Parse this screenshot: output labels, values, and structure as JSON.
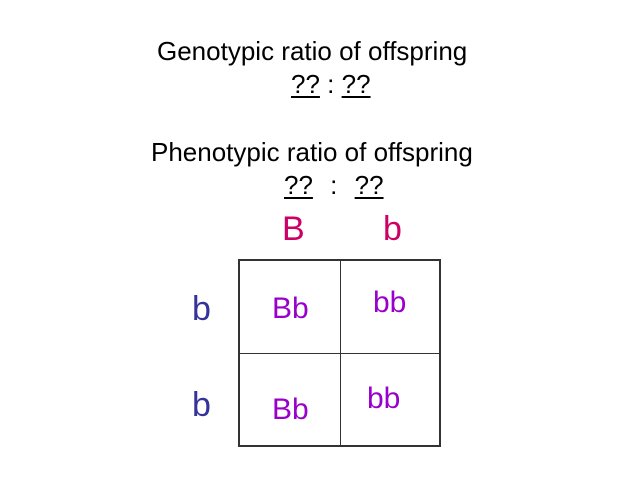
{
  "genotypic": {
    "heading": "Genotypic ratio of offspring",
    "left": "??",
    "sep": ":",
    "right": "??"
  },
  "phenotypic": {
    "heading": "Phenotypic ratio of offspring",
    "left": "??",
    "sep": ":",
    "right": "??"
  },
  "punnett": {
    "top_alleles": [
      "B",
      "b"
    ],
    "side_alleles": [
      "b",
      "b"
    ],
    "cells": [
      [
        "Bb",
        "bb"
      ],
      [
        "Bb",
        "bb"
      ]
    ]
  },
  "colors": {
    "top_allele_B": "#cc0066",
    "top_allele_b": "#cc0066",
    "side_allele": "#333399",
    "offspring": "#9900cc"
  }
}
